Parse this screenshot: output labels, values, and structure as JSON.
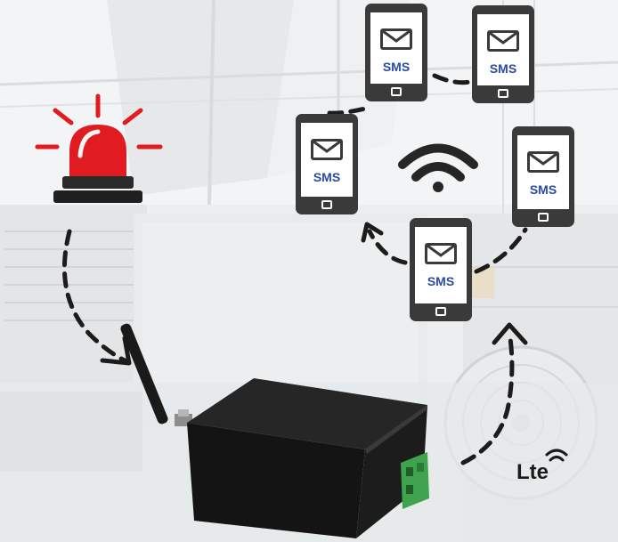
{
  "phones": [
    {
      "label": "SMS",
      "icon": "envelope-icon"
    },
    {
      "label": "SMS",
      "icon": "envelope-icon"
    },
    {
      "label": "SMS",
      "icon": "envelope-icon"
    },
    {
      "label": "SMS",
      "icon": "envelope-icon"
    },
    {
      "label": "SMS",
      "icon": "envelope-icon"
    }
  ],
  "network_badge": "Lte",
  "icons": {
    "alarm": "alarm-beacon-icon",
    "wifi": "wifi-icon",
    "antenna": "antenna-icon",
    "device": "gsm-modem-device"
  },
  "colors": {
    "alarm_red": "#e01b22",
    "phone_body": "#3a3a3a",
    "sms_blue": "#2a4aa8",
    "device_black": "#151515",
    "terminal_green": "#3fa34d"
  }
}
